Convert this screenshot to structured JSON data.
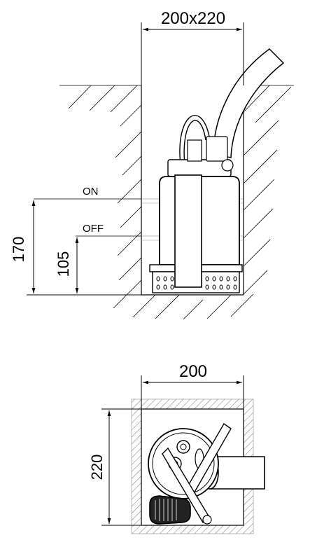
{
  "side_view": {
    "pit_dimension": "200x220",
    "on_label": "ON",
    "off_label": "OFF",
    "on_level": "170",
    "off_level": "105"
  },
  "top_view": {
    "width": "200",
    "depth": "220"
  },
  "colors": {
    "line": "#000000",
    "background": "#ffffff"
  }
}
